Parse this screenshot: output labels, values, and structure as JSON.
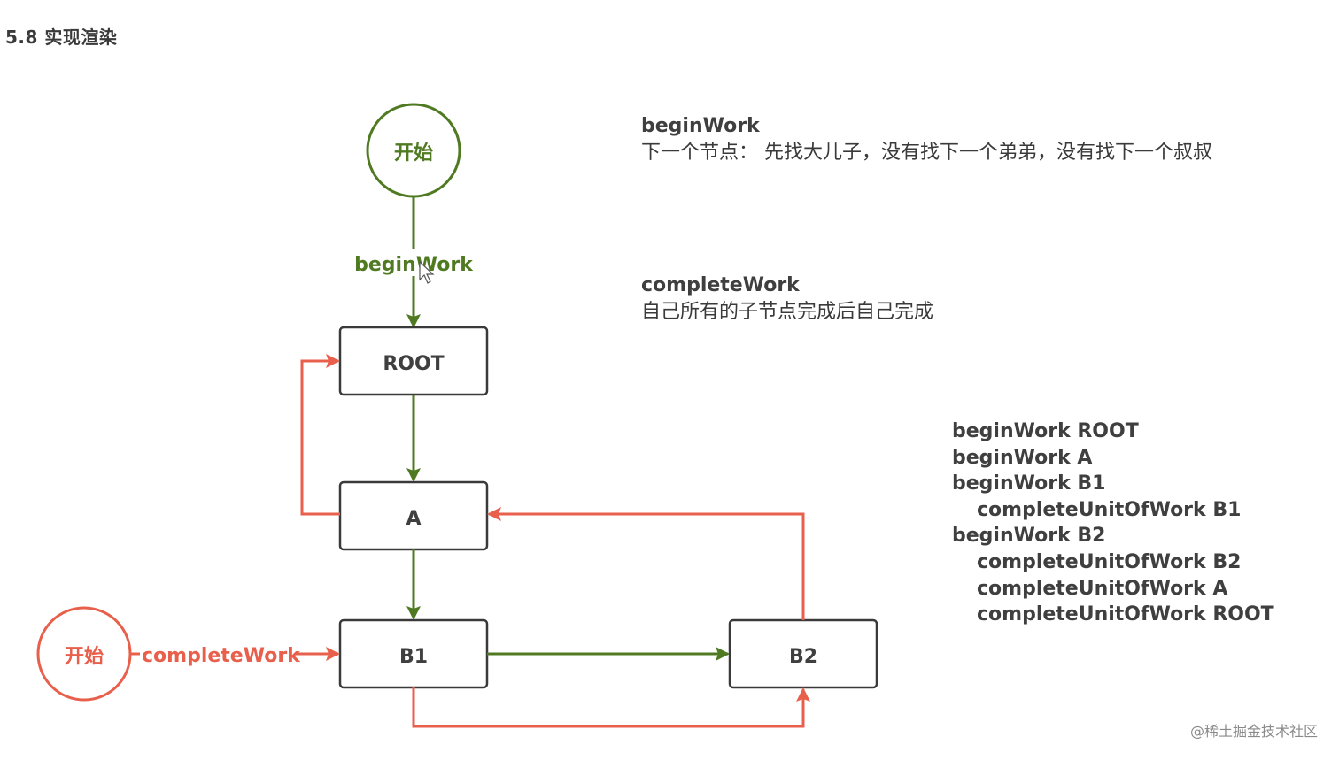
{
  "section_title": "5.8 实现渲染",
  "colors": {
    "begin": "#4f7a22",
    "complete": "#e8604c",
    "node_border": "#3a3a3a",
    "text": "#3f3f3f"
  },
  "nodes": {
    "start_top": "开始",
    "start_left": "开始",
    "root": "ROOT",
    "a": "A",
    "b1": "B1",
    "b2": "B2"
  },
  "edge_labels": {
    "begin_work": "beginWork",
    "complete_work": "completeWork"
  },
  "notes": {
    "begin_title": "beginWork",
    "begin_desc": "下一个节点： 先找大儿子，没有找下一个弟弟，没有找下一个叔叔",
    "complete_title": "completeWork",
    "complete_desc": "自己所有的子节点完成后自己完成"
  },
  "order": [
    {
      "text": "beginWork ROOT",
      "indent": false
    },
    {
      "text": "beginWork A",
      "indent": false
    },
    {
      "text": "beginWork B1",
      "indent": false
    },
    {
      "text": "completeUnitOfWork B1",
      "indent": true
    },
    {
      "text": "beginWork B2",
      "indent": false
    },
    {
      "text": "completeUnitOfWork B2",
      "indent": true
    },
    {
      "text": "completeUnitOfWork A",
      "indent": true
    },
    {
      "text": "completeUnitOfWork ROOT",
      "indent": true
    }
  ],
  "watermark": "@稀土掘金技术社区"
}
